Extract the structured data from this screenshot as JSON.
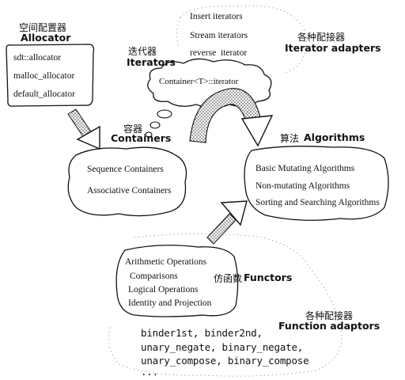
{
  "allocator": {
    "title_cn": "空间配置器",
    "title_en": "Allocator",
    "items": [
      "sdt::allocator",
      "malloc_allocator",
      "default_allocator"
    ]
  },
  "iterators": {
    "title_cn": "迭代器",
    "title_en": "Iterators",
    "cloud_text": "Container<T>::iterator"
  },
  "iterator_adapters": {
    "title_cn": "各种配接器",
    "title_en": "Iterator adapters",
    "items": [
      "Insert iterators",
      "Stream iterators",
      "reverse  iterator"
    ]
  },
  "containers": {
    "title_cn": "容器",
    "title_en": "Containers",
    "items": [
      "Sequence Containers",
      "Associative Containers"
    ]
  },
  "algorithms": {
    "title_cn": "算法",
    "title_en": "Algorithms",
    "items": [
      "Basic Mutating Algorithms",
      "Non-mutating Algorithms",
      "Sorting and Searching Algorithms"
    ]
  },
  "functors": {
    "title_cn": "仿函数",
    "title_en": "Functors",
    "items": [
      "Arithmetic Operations",
      "Comparisons",
      "Logical Operations",
      "Identity and Projection"
    ]
  },
  "function_adaptors": {
    "title_cn": "各种配接器",
    "title_en": "Function adaptors",
    "code_lines": [
      "binder1st, binder2nd,",
      "unary_negate, binary_negate,",
      "unary_compose, binary_compose",
      "..."
    ]
  }
}
